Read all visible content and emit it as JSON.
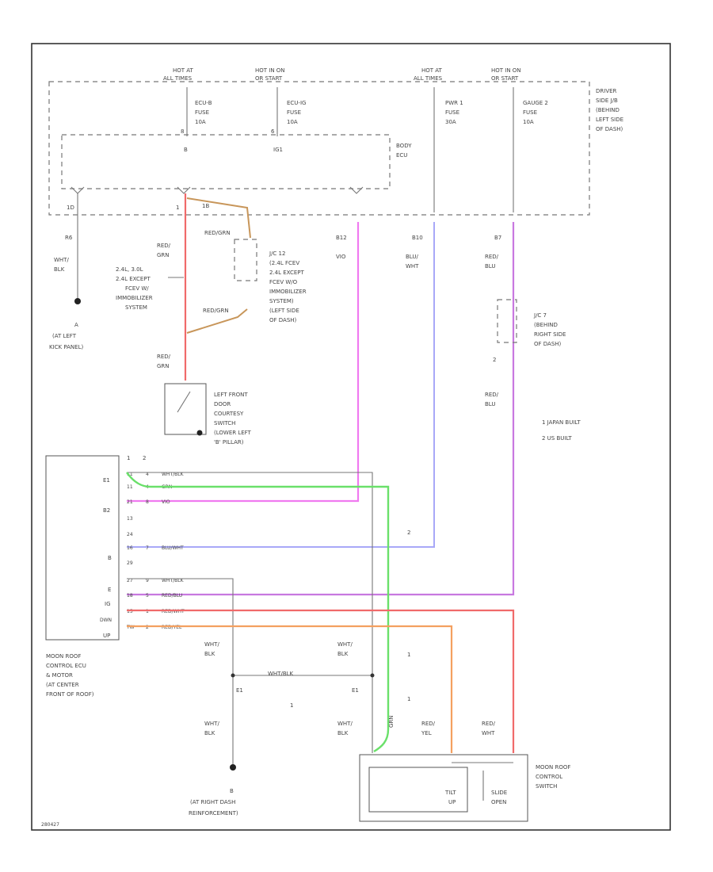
{
  "colors": {
    "red_grn": "#f06a6a",
    "red_grn_alt": "#c8965a",
    "vio": "#f07af0",
    "blu_wht": "#a8a8f8",
    "red_blu": "#c878e0",
    "red_wht": "#f06a6a",
    "red_yel": "#f4a060",
    "grn": "#6ae06a",
    "wht_blk": "#888888"
  },
  "top_labels": {
    "hot1": [
      "HOT AT",
      "ALL TIMES"
    ],
    "hot2": [
      "HOT IN ON",
      "OR START"
    ],
    "hot3": [
      "HOT AT",
      "ALL TIMES"
    ],
    "hot4": [
      "HOT IN ON",
      "OR START"
    ]
  },
  "fuses": {
    "f1": [
      "ECU-B",
      "FUSE",
      "10A"
    ],
    "f2": [
      "ECU-IG",
      "FUSE",
      "10A"
    ],
    "f3": [
      "PWR 1",
      "FUSE",
      "30A"
    ],
    "f4": [
      "GAUGE 2",
      "FUSE",
      "10A"
    ]
  },
  "junction_block": [
    "DRIVER",
    "SIDE J/B",
    "(BEHIND",
    "LEFT SIDE",
    "OF DASH)"
  ],
  "body_ecu": {
    "title": [
      "BODY",
      "ECU"
    ],
    "pin_b": "B",
    "pin_ig": "IG1",
    "pin_1d": "1D",
    "pin_1": "1",
    "pin_1b": "1B",
    "pin_8": "8",
    "pin_6": "6"
  },
  "pins": {
    "r6": "R6",
    "b12": "B12",
    "b10": "B10",
    "b7": "B7"
  },
  "wire_labels": {
    "wht_blk": [
      "WHT/",
      "BLK"
    ],
    "red_grn": [
      "RED/",
      "GRN"
    ],
    "vio": "VIO",
    "blu_wht": [
      "BLU/",
      "WHT"
    ],
    "red_blu": [
      "RED/",
      "BLU"
    ],
    "red_grn_2": [
      "RED/",
      "GRN"
    ],
    "red_grn_side": "RED/GRN",
    "red_grn_side2": "RED/GRN",
    "red_blu_2": [
      "RED/",
      "BLU"
    ]
  },
  "ground_ll": [
    "A",
    "(AT LEFT",
    "KICK PANEL)"
  ],
  "engine_note": [
    "2.4L, 3.0L",
    "2.4L EXCEPT",
    "FCEV W/",
    "IMMOBILIZER",
    "SYSTEM"
  ],
  "jc12": [
    "J/C 12",
    "(2.4L FCEV",
    "2.4L EXCEPT",
    "FCEV W/O",
    "IMMOBILIZER",
    "SYSTEM)",
    "(LEFT SIDE",
    "OF DASH)"
  ],
  "jc7": [
    "J/C 7",
    "(BEHIND",
    "RIGHT SIDE",
    "OF DASH)"
  ],
  "jc7_pin": "2",
  "courtesy_switch": [
    "LEFT FRONT",
    "DOOR",
    "COURTESY",
    "SWITCH",
    "(LOWER LEFT",
    "'B' PILLAR)"
  ],
  "legend": {
    "l1": "1  JAPAN BUILT",
    "l2": "2  US BUILT"
  },
  "ecu_block": {
    "cols": [
      "1",
      "2"
    ],
    "pin_e1": "E1",
    "pin_b2": "B2",
    "pin_b": "B",
    "pin_e": "E",
    "pin_ig": "IG",
    "pin_down": "DWN",
    "pin_up": "UP",
    "rows": [
      {
        "a": "11",
        "b": "4",
        "label": "WHT/BLK"
      },
      {
        "a": "11",
        "b": "4",
        "label": "GRN"
      },
      {
        "a": "21",
        "b": "8",
        "label": "VIO"
      },
      {
        "a": "13",
        "b": "",
        "label": ""
      },
      {
        "a": "24",
        "b": "",
        "label": ""
      },
      {
        "a": "16",
        "b": "7",
        "label": "BLU/WHT"
      },
      {
        "a": "29",
        "b": "",
        "label": ""
      },
      {
        "a": "27",
        "b": "9",
        "label": "WHT/BLK"
      },
      {
        "a": "18",
        "b": "5",
        "label": "RED/BLU"
      },
      {
        "a": "15",
        "b": "1",
        "label": "RED/WHT"
      },
      {
        "a": "TW",
        "b": "2",
        "label": "RED/YEL"
      }
    ],
    "name": [
      "MOON ROOF",
      "CONTROL ECU",
      "& MOTOR",
      "(AT CENTER",
      "FRONT OF ROOF)"
    ]
  },
  "lower": {
    "wht_blk_a": [
      "WHT/",
      "BLK"
    ],
    "wht_blk_b": [
      "WHT/",
      "BLK"
    ],
    "wht_blk_c": [
      "WHT/",
      "BLK"
    ],
    "wht_blk_d": [
      "WHT/",
      "BLK"
    ],
    "wht_blk_h": "WHT/BLK",
    "e1_a": "E1",
    "e1_b": "E1",
    "note1a": "1",
    "note1b": "1",
    "note1c": "1",
    "note2": "2",
    "grn_v": "GRN",
    "red_yel": [
      "RED/",
      "YEL"
    ],
    "red_wht": [
      "RED/",
      "WHT"
    ],
    "ground_b": [
      "B",
      "(AT RIGHT DASH",
      "REINFORCEMENT)"
    ]
  },
  "moon_switch": {
    "name": [
      "MOON ROOF",
      "CONTROL",
      "SWITCH"
    ],
    "tilt": [
      "TILT",
      "UP"
    ],
    "slide": [
      "SLIDE",
      "OPEN"
    ]
  },
  "ref": "280427"
}
